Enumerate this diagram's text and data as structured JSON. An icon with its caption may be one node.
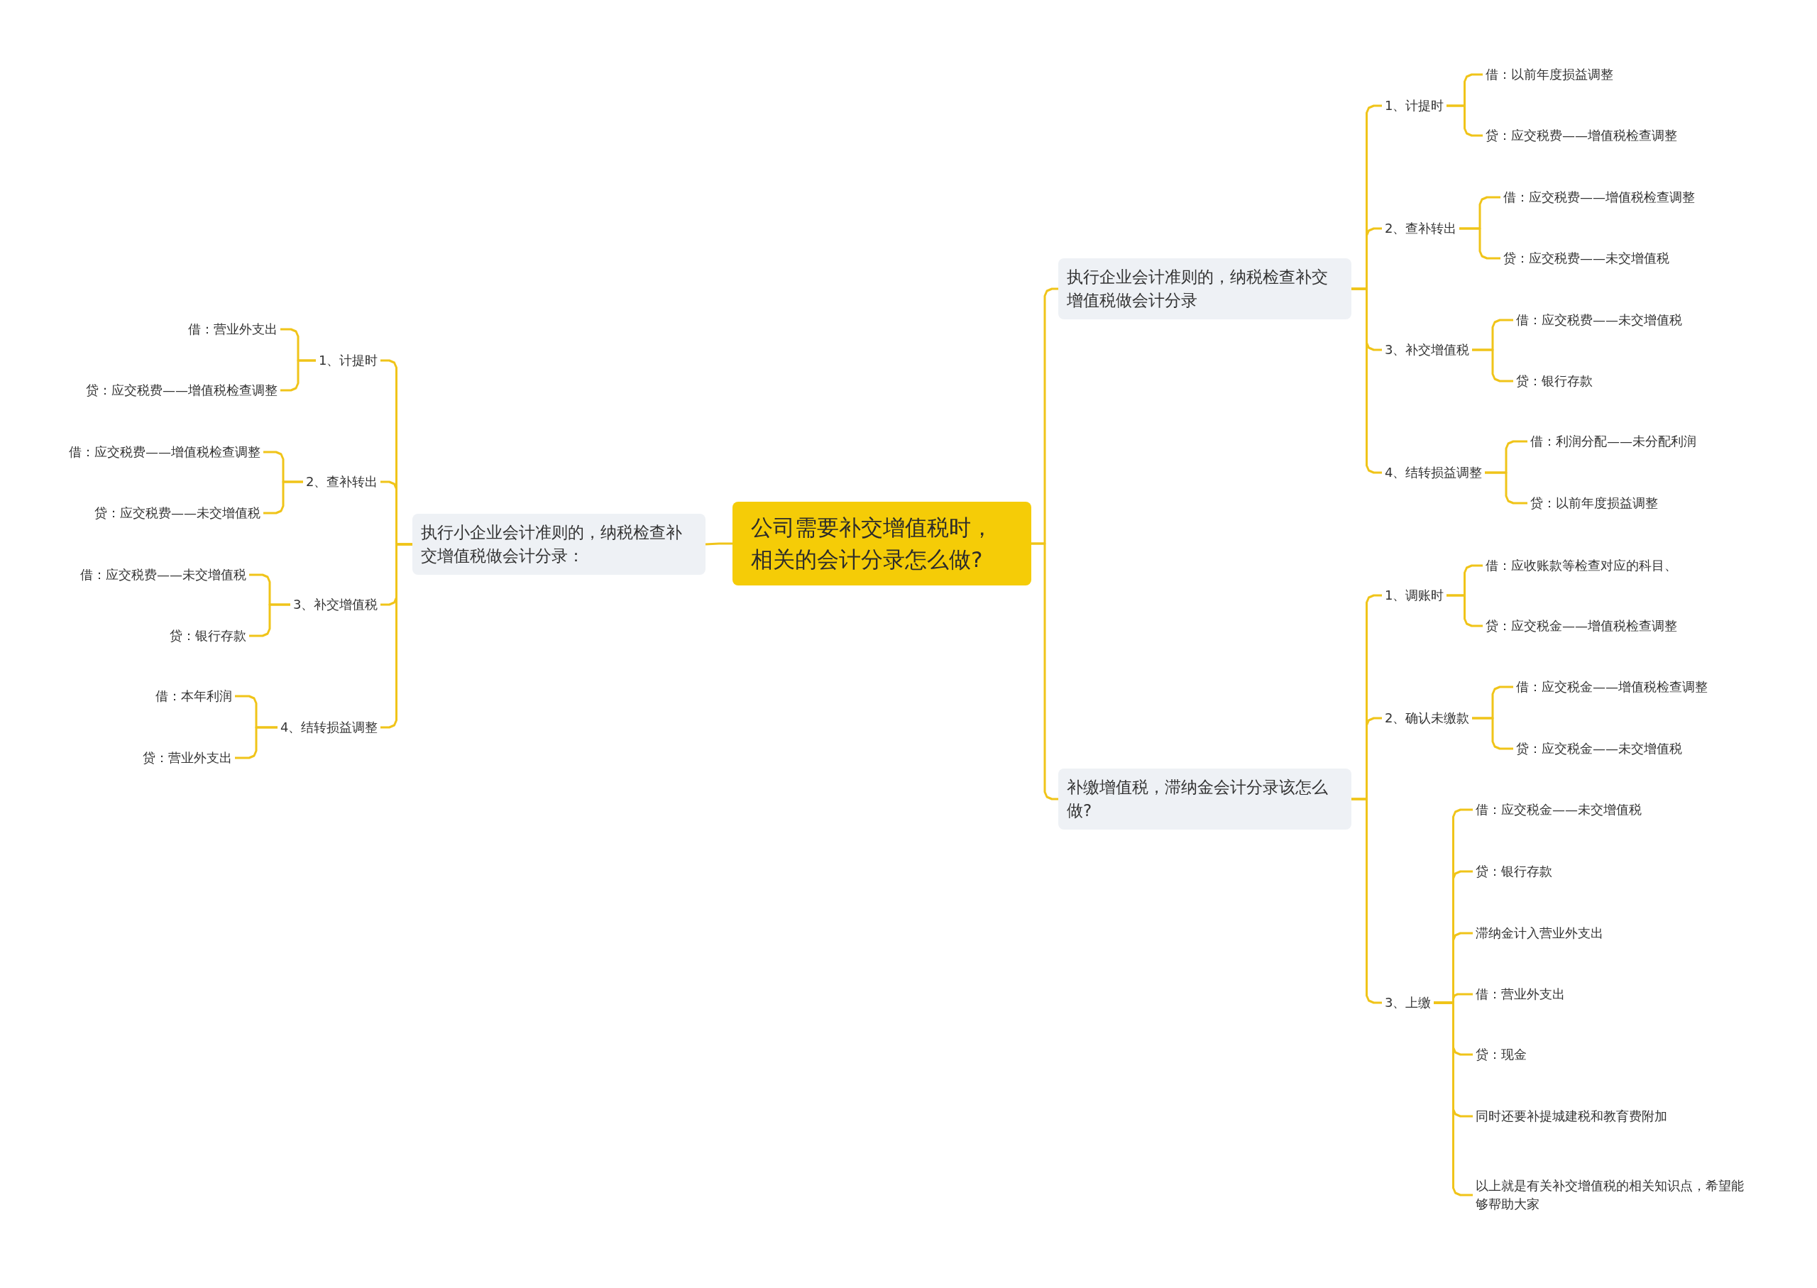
{
  "diagram": {
    "nodes": [
      {
        "text": [
          "公司需要补交增值税时，相关的会计分录怎么做?"
        ]
      },
      {
        "text": [
          "执行小企业会计准则的，纳税检查补交增值税做会计分录："
        ]
      },
      {
        "text": [
          "1、计提时"
        ]
      },
      {
        "text": [
          "借：营业外支出"
        ]
      },
      {
        "text": [
          "贷：应交税费——增值税检查调整"
        ]
      },
      {
        "text": [
          "2、查补转出"
        ]
      },
      {
        "text": [
          "借：应交税费——增值税检查调整"
        ]
      },
      {
        "text": [
          "贷：应交税费——未交增值税"
        ]
      },
      {
        "text": [
          "3、补交增值税"
        ]
      },
      {
        "text": [
          "借：应交税费——未交增值税"
        ]
      },
      {
        "text": [
          "贷：银行存款"
        ]
      },
      {
        "text": [
          "4、结转损益调整"
        ]
      },
      {
        "text": [
          "借：本年利润"
        ]
      },
      {
        "text": [
          "贷：营业外支出"
        ]
      },
      {
        "text": [
          "执行企业会计准则的，纳税检查补交增值税做会计分录"
        ]
      },
      {
        "text": [
          "1、计提时"
        ]
      },
      {
        "text": [
          "借：以前年度损益调整"
        ]
      },
      {
        "text": [
          "贷：应交税费——增值税检查调整"
        ]
      },
      {
        "text": [
          "2、查补转出"
        ]
      },
      {
        "text": [
          "借：应交税费——增值税检查调整"
        ]
      },
      {
        "text": [
          "贷：应交税费——未交增值税"
        ]
      },
      {
        "text": [
          "3、补交增值税"
        ]
      },
      {
        "text": [
          "借：应交税费——未交增值税"
        ]
      },
      {
        "text": [
          "贷：银行存款"
        ]
      },
      {
        "text": [
          "4、结转损益调整"
        ]
      },
      {
        "text": [
          "借：利润分配——未分配利润"
        ]
      },
      {
        "text": [
          "贷：以前年度损益调整"
        ]
      },
      {
        "text": [
          "补缴增值税，滞纳金会计分录该怎么做?"
        ]
      },
      {
        "text": [
          "1、调账时"
        ]
      },
      {
        "text": [
          "借：应收账款等检查对应的科目、"
        ]
      },
      {
        "text": [
          "贷：应交税金——增值税检查调整"
        ]
      },
      {
        "text": [
          "2、确认未缴款"
        ]
      },
      {
        "text": [
          "借：应交税金——增值税检查调整"
        ]
      },
      {
        "text": [
          "贷：应交税金——未交增值税"
        ]
      },
      {
        "text": [
          "3、上缴"
        ]
      },
      {
        "text": [
          "借：应交税金——未交增值税"
        ]
      },
      {
        "text": [
          "贷：银行存款"
        ]
      },
      {
        "text": [
          "滞纳金计入营业外支出"
        ]
      },
      {
        "text": [
          "借：营业外支出"
        ]
      },
      {
        "text": [
          "贷：现金"
        ]
      },
      {
        "text": [
          "同时还要补提城建税和教育费附加"
        ]
      },
      {
        "text": [
          "以上就是有关补交增值税的相关知识点，希望能够帮助大家"
        ]
      }
    ],
    "edges": [
      {
        "from": 0,
        "to": 1,
        "arrow": "none"
      },
      {
        "from": 1,
        "to": 2,
        "arrow": "none"
      },
      {
        "from": 2,
        "to": 3,
        "arrow": "none"
      },
      {
        "from": 2,
        "to": 4,
        "arrow": "none"
      },
      {
        "from": 1,
        "to": 5,
        "arrow": "none"
      },
      {
        "from": 5,
        "to": 6,
        "arrow": "none"
      },
      {
        "from": 5,
        "to": 7,
        "arrow": "none"
      },
      {
        "from": 1,
        "to": 8,
        "arrow": "none"
      },
      {
        "from": 8,
        "to": 9,
        "arrow": "none"
      },
      {
        "from": 8,
        "to": 10,
        "arrow": "none"
      },
      {
        "from": 1,
        "to": 11,
        "arrow": "none"
      },
      {
        "from": 11,
        "to": 12,
        "arrow": "none"
      },
      {
        "from": 11,
        "to": 13,
        "arrow": "none"
      },
      {
        "from": 0,
        "to": 14,
        "arrow": "none"
      },
      {
        "from": 14,
        "to": 15,
        "arrow": "none"
      },
      {
        "from": 15,
        "to": 16,
        "arrow": "none"
      },
      {
        "from": 15,
        "to": 17,
        "arrow": "none"
      },
      {
        "from": 14,
        "to": 18,
        "arrow": "none"
      },
      {
        "from": 18,
        "to": 19,
        "arrow": "none"
      },
      {
        "from": 18,
        "to": 20,
        "arrow": "none"
      },
      {
        "from": 14,
        "to": 21,
        "arrow": "none"
      },
      {
        "from": 21,
        "to": 22,
        "arrow": "none"
      },
      {
        "from": 21,
        "to": 23,
        "arrow": "none"
      },
      {
        "from": 14,
        "to": 24,
        "arrow": "none"
      },
      {
        "from": 24,
        "to": 25,
        "arrow": "none"
      },
      {
        "from": 24,
        "to": 26,
        "arrow": "none"
      },
      {
        "from": 0,
        "to": 27,
        "arrow": "none"
      },
      {
        "from": 27,
        "to": 28,
        "arrow": "none"
      },
      {
        "from": 28,
        "to": 29,
        "arrow": "none"
      },
      {
        "from": 28,
        "to": 30,
        "arrow": "none"
      },
      {
        "from": 27,
        "to": 31,
        "arrow": "none"
      },
      {
        "from": 31,
        "to": 32,
        "arrow": "none"
      },
      {
        "from": 31,
        "to": 33,
        "arrow": "none"
      },
      {
        "from": 27,
        "to": 34,
        "arrow": "none"
      },
      {
        "from": 34,
        "to": 35,
        "arrow": "none"
      },
      {
        "from": 34,
        "to": 36,
        "arrow": "none"
      },
      {
        "from": 34,
        "to": 37,
        "arrow": "none"
      },
      {
        "from": 34,
        "to": 38,
        "arrow": "none"
      },
      {
        "from": 34,
        "to": 39,
        "arrow": "none"
      },
      {
        "from": 34,
        "to": 40,
        "arrow": "none"
      },
      {
        "from": 34,
        "to": 41,
        "arrow": "none"
      }
    ]
  }
}
